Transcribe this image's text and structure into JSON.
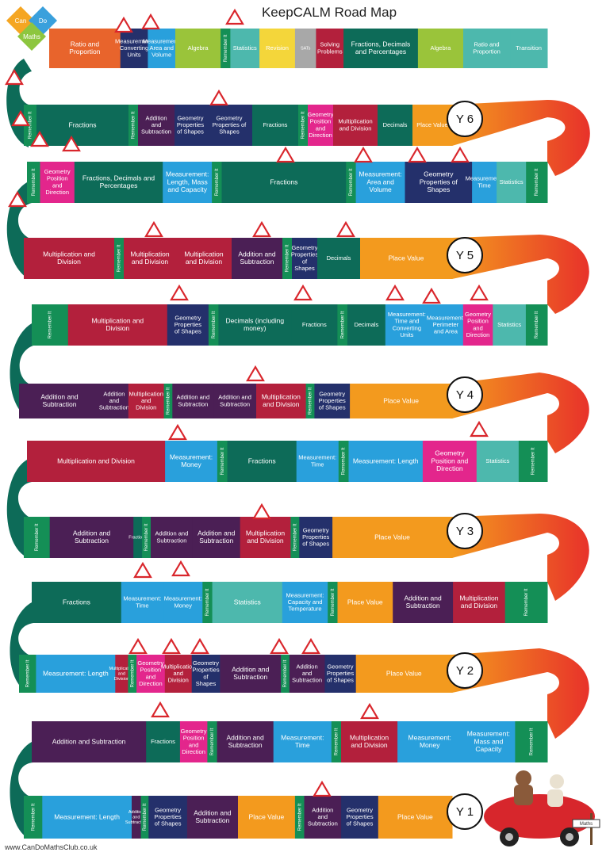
{
  "title": "KeepCALM Road Map",
  "website": "www.CanDoMathsClub.co.uk",
  "logo": {
    "words": [
      "Can",
      "Do",
      "Maths"
    ]
  },
  "colors": {
    "green": "#0d6b58",
    "orange": "#e8642c",
    "purple": "#4b1f55",
    "navy": "#24306b",
    "blue": "#29a0dc",
    "teal": "#4db8ad",
    "yellowgreen": "#9ac43a",
    "yellow": "#f4d63a",
    "grey": "#a8a8a8",
    "red": "#b3203c",
    "pink": "#e3268c",
    "remember": "#148f56",
    "placevalue": "#f39a1e"
  },
  "year_labels": [
    "Y 6",
    "Y 5",
    "Y 4",
    "Y 3",
    "Y 2",
    "Y 1"
  ],
  "rows": [
    {
      "id": "r6a",
      "tiles": [
        {
          "t": "Ratio and Proportion",
          "c": "orange"
        },
        {
          "t": "Measurement: Converting Units",
          "c": "navy"
        },
        {
          "t": "Measurement: Area and Volume",
          "c": "blue"
        },
        {
          "t": "Algebra",
          "c": "yellowgreen"
        },
        {
          "t": "Remember It",
          "c": "remember"
        },
        {
          "t": "Statistics",
          "c": "teal"
        },
        {
          "t": "Revision",
          "c": "yellow"
        },
        {
          "t": "SATs",
          "c": "grey"
        },
        {
          "t": "Solving Problems",
          "c": "red"
        },
        {
          "t": "Fractions, Decimals and Percentages",
          "c": "green"
        },
        {
          "t": "Algebra",
          "c": "yellowgreen"
        },
        {
          "t": "Ratio and Proportion",
          "c": "teal"
        },
        {
          "t": "Transition",
          "c": "teal"
        }
      ]
    },
    {
      "id": "r6b",
      "tiles": [
        {
          "t": "Remember It",
          "c": "remember"
        },
        {
          "t": "Fractions",
          "c": "green"
        },
        {
          "t": "Remember It",
          "c": "remember"
        },
        {
          "t": "Addition and Subtraction",
          "c": "purple"
        },
        {
          "t": "Geometry Properties of Shapes",
          "c": "navy"
        },
        {
          "t": "Geometry Properties of Shapes",
          "c": "navy"
        },
        {
          "t": "Fractions",
          "c": "green"
        },
        {
          "t": "Remember It",
          "c": "remember"
        },
        {
          "t": "Geometry Position and Direction",
          "c": "pink"
        },
        {
          "t": "Multiplication and Division",
          "c": "red"
        },
        {
          "t": "Decimals",
          "c": "green"
        },
        {
          "t": "Place Value",
          "c": "placevalue"
        }
      ]
    },
    {
      "id": "r5a",
      "tiles": [
        {
          "t": "Remember It",
          "c": "remember"
        },
        {
          "t": "Geometry Position and Direction",
          "c": "pink"
        },
        {
          "t": "Fractions, Decimals and Percentages",
          "c": "green"
        },
        {
          "t": "Measurement: Length, Mass and Capacity",
          "c": "blue"
        },
        {
          "t": "Remember It",
          "c": "remember"
        },
        {
          "t": "Fractions",
          "c": "green"
        },
        {
          "t": "Remember It",
          "c": "remember"
        },
        {
          "t": "Measurement: Area and Volume",
          "c": "blue"
        },
        {
          "t": "Geometry Properties of Shapes",
          "c": "navy"
        },
        {
          "t": "Measurement: Time",
          "c": "blue"
        },
        {
          "t": "Statistics",
          "c": "teal"
        },
        {
          "t": "Remember It",
          "c": "remember"
        }
      ]
    },
    {
      "id": "r5b",
      "tiles": [
        {
          "t": "Multiplication and Division",
          "c": "red"
        },
        {
          "t": "Remember It",
          "c": "remember"
        },
        {
          "t": "Multiplication and Division",
          "c": "red"
        },
        {
          "t": "Multiplication and Division",
          "c": "red"
        },
        {
          "t": "Addition and Subtraction",
          "c": "purple"
        },
        {
          "t": "Remember It",
          "c": "remember"
        },
        {
          "t": "Geometry Properties of Shapes",
          "c": "navy"
        },
        {
          "t": "Decimals",
          "c": "green"
        },
        {
          "t": "Place Value",
          "c": "placevalue"
        }
      ]
    },
    {
      "id": "r4a",
      "tiles": [
        {
          "t": "Remember It",
          "c": "remember"
        },
        {
          "t": "Multiplication and Division",
          "c": "red"
        },
        {
          "t": "Geometry Properties of Shapes",
          "c": "navy"
        },
        {
          "t": "Remember It",
          "c": "remember"
        },
        {
          "t": "Decimals (including money)",
          "c": "green"
        },
        {
          "t": "Fractions",
          "c": "green"
        },
        {
          "t": "Remember It",
          "c": "remember"
        },
        {
          "t": "Decimals",
          "c": "green"
        },
        {
          "t": "Measurement: Time and Converting Units",
          "c": "blue"
        },
        {
          "t": "Measurement: Perimeter and Area",
          "c": "blue"
        },
        {
          "t": "Geometry Position and Direction",
          "c": "pink"
        },
        {
          "t": "Statistics",
          "c": "teal"
        },
        {
          "t": "Remember It",
          "c": "remember"
        }
      ]
    },
    {
      "id": "r4b",
      "tiles": [
        {
          "t": "Addition and Subtraction",
          "c": "purple"
        },
        {
          "t": "Addition and Subtraction",
          "c": "purple"
        },
        {
          "t": "Multiplication and Division",
          "c": "red"
        },
        {
          "t": "Remember It",
          "c": "remember"
        },
        {
          "t": "Addition and Subtraction",
          "c": "purple"
        },
        {
          "t": "Addition and Subtraction",
          "c": "purple"
        },
        {
          "t": "Multiplication and Division",
          "c": "red"
        },
        {
          "t": "Remember It",
          "c": "remember"
        },
        {
          "t": "Geometry Properties of Shapes",
          "c": "navy"
        },
        {
          "t": "Place Value",
          "c": "placevalue"
        }
      ]
    },
    {
      "id": "r3a",
      "tiles": [
        {
          "t": "Multiplication and Division",
          "c": "red"
        },
        {
          "t": "Measurement: Money",
          "c": "blue"
        },
        {
          "t": "Remember It",
          "c": "remember"
        },
        {
          "t": "Fractions",
          "c": "green"
        },
        {
          "t": "Measurement: Time",
          "c": "blue"
        },
        {
          "t": "Remember It",
          "c": "remember"
        },
        {
          "t": "Measurement: Length",
          "c": "blue"
        },
        {
          "t": "Geometry Position and Direction",
          "c": "pink"
        },
        {
          "t": "Statistics",
          "c": "teal"
        },
        {
          "t": "Remember It",
          "c": "remember"
        }
      ]
    },
    {
      "id": "r3b",
      "tiles": [
        {
          "t": "Remember It",
          "c": "remember"
        },
        {
          "t": "Addition and Subtraction",
          "c": "purple"
        },
        {
          "t": "Fractions",
          "c": "green"
        },
        {
          "t": "Remember It",
          "c": "remember"
        },
        {
          "t": "Addition and Subtraction",
          "c": "purple"
        },
        {
          "t": "Addition and Subtraction",
          "c": "purple"
        },
        {
          "t": "Multiplication and Division",
          "c": "red"
        },
        {
          "t": "Remember It",
          "c": "remember"
        },
        {
          "t": "Geometry Properties of Shapes",
          "c": "navy"
        },
        {
          "t": "Place Value",
          "c": "placevalue"
        }
      ]
    },
    {
      "id": "r2a",
      "tiles": [
        {
          "t": "Fractions",
          "c": "green"
        },
        {
          "t": "Measurement: Time",
          "c": "blue"
        },
        {
          "t": "Measurement: Money",
          "c": "blue"
        },
        {
          "t": "Remember It",
          "c": "remember"
        },
        {
          "t": "Statistics",
          "c": "teal"
        },
        {
          "t": "Measurement: Capacity and Temperature",
          "c": "blue"
        },
        {
          "t": "Remember It",
          "c": "remember"
        },
        {
          "t": "Place Value",
          "c": "placevalue"
        },
        {
          "t": "Addition and Subtraction",
          "c": "purple"
        },
        {
          "t": "Multiplication and Division",
          "c": "red"
        },
        {
          "t": "Remember It",
          "c": "remember"
        }
      ]
    },
    {
      "id": "r2b",
      "tiles": [
        {
          "t": "Remember It",
          "c": "remember"
        },
        {
          "t": "Measurement: Length",
          "c": "blue"
        },
        {
          "t": "Multiplication and Division",
          "c": "red"
        },
        {
          "t": "Remember It",
          "c": "remember"
        },
        {
          "t": "Geometry Position and Direction",
          "c": "pink"
        },
        {
          "t": "Multiplication and Division",
          "c": "red"
        },
        {
          "t": "Geometry Properties of Shapes",
          "c": "navy"
        },
        {
          "t": "Addition and Subtraction",
          "c": "purple"
        },
        {
          "t": "Remember It",
          "c": "remember"
        },
        {
          "t": "Addition and Subtraction",
          "c": "purple"
        },
        {
          "t": "Geometry Properties of Shapes",
          "c": "navy"
        },
        {
          "t": "Place Value",
          "c": "placevalue"
        }
      ]
    },
    {
      "id": "r1a",
      "tiles": [
        {
          "t": "Addition and Subtraction",
          "c": "purple"
        },
        {
          "t": "Fractions",
          "c": "green"
        },
        {
          "t": "Geometry Position and Direction",
          "c": "pink"
        },
        {
          "t": "Remember It",
          "c": "remember"
        },
        {
          "t": "Addition and Subtraction",
          "c": "purple"
        },
        {
          "t": "Measurement: Time",
          "c": "blue"
        },
        {
          "t": "Remember It",
          "c": "remember"
        },
        {
          "t": "Multiplication and Division",
          "c": "red"
        },
        {
          "t": "Measurement: Money",
          "c": "blue"
        },
        {
          "t": "Measurement: Mass and Capacity",
          "c": "blue"
        },
        {
          "t": "Remember It",
          "c": "remember"
        }
      ]
    },
    {
      "id": "r1b",
      "tiles": [
        {
          "t": "Remember It",
          "c": "remember"
        },
        {
          "t": "Measurement: Length",
          "c": "blue"
        },
        {
          "t": "Addition and Subtraction",
          "c": "purple"
        },
        {
          "t": "Remember It",
          "c": "remember"
        },
        {
          "t": "Geometry Properties of Shapes",
          "c": "navy"
        },
        {
          "t": "Addition and Subtraction",
          "c": "purple"
        },
        {
          "t": "Place Value",
          "c": "placevalue"
        },
        {
          "t": "Remember It",
          "c": "remember"
        },
        {
          "t": "Addition and Subtraction",
          "c": "purple"
        },
        {
          "t": "Geometry Properties of Shapes",
          "c": "navy"
        },
        {
          "t": "Place Value",
          "c": "placevalue"
        }
      ]
    }
  ],
  "sign_text": "Maths"
}
